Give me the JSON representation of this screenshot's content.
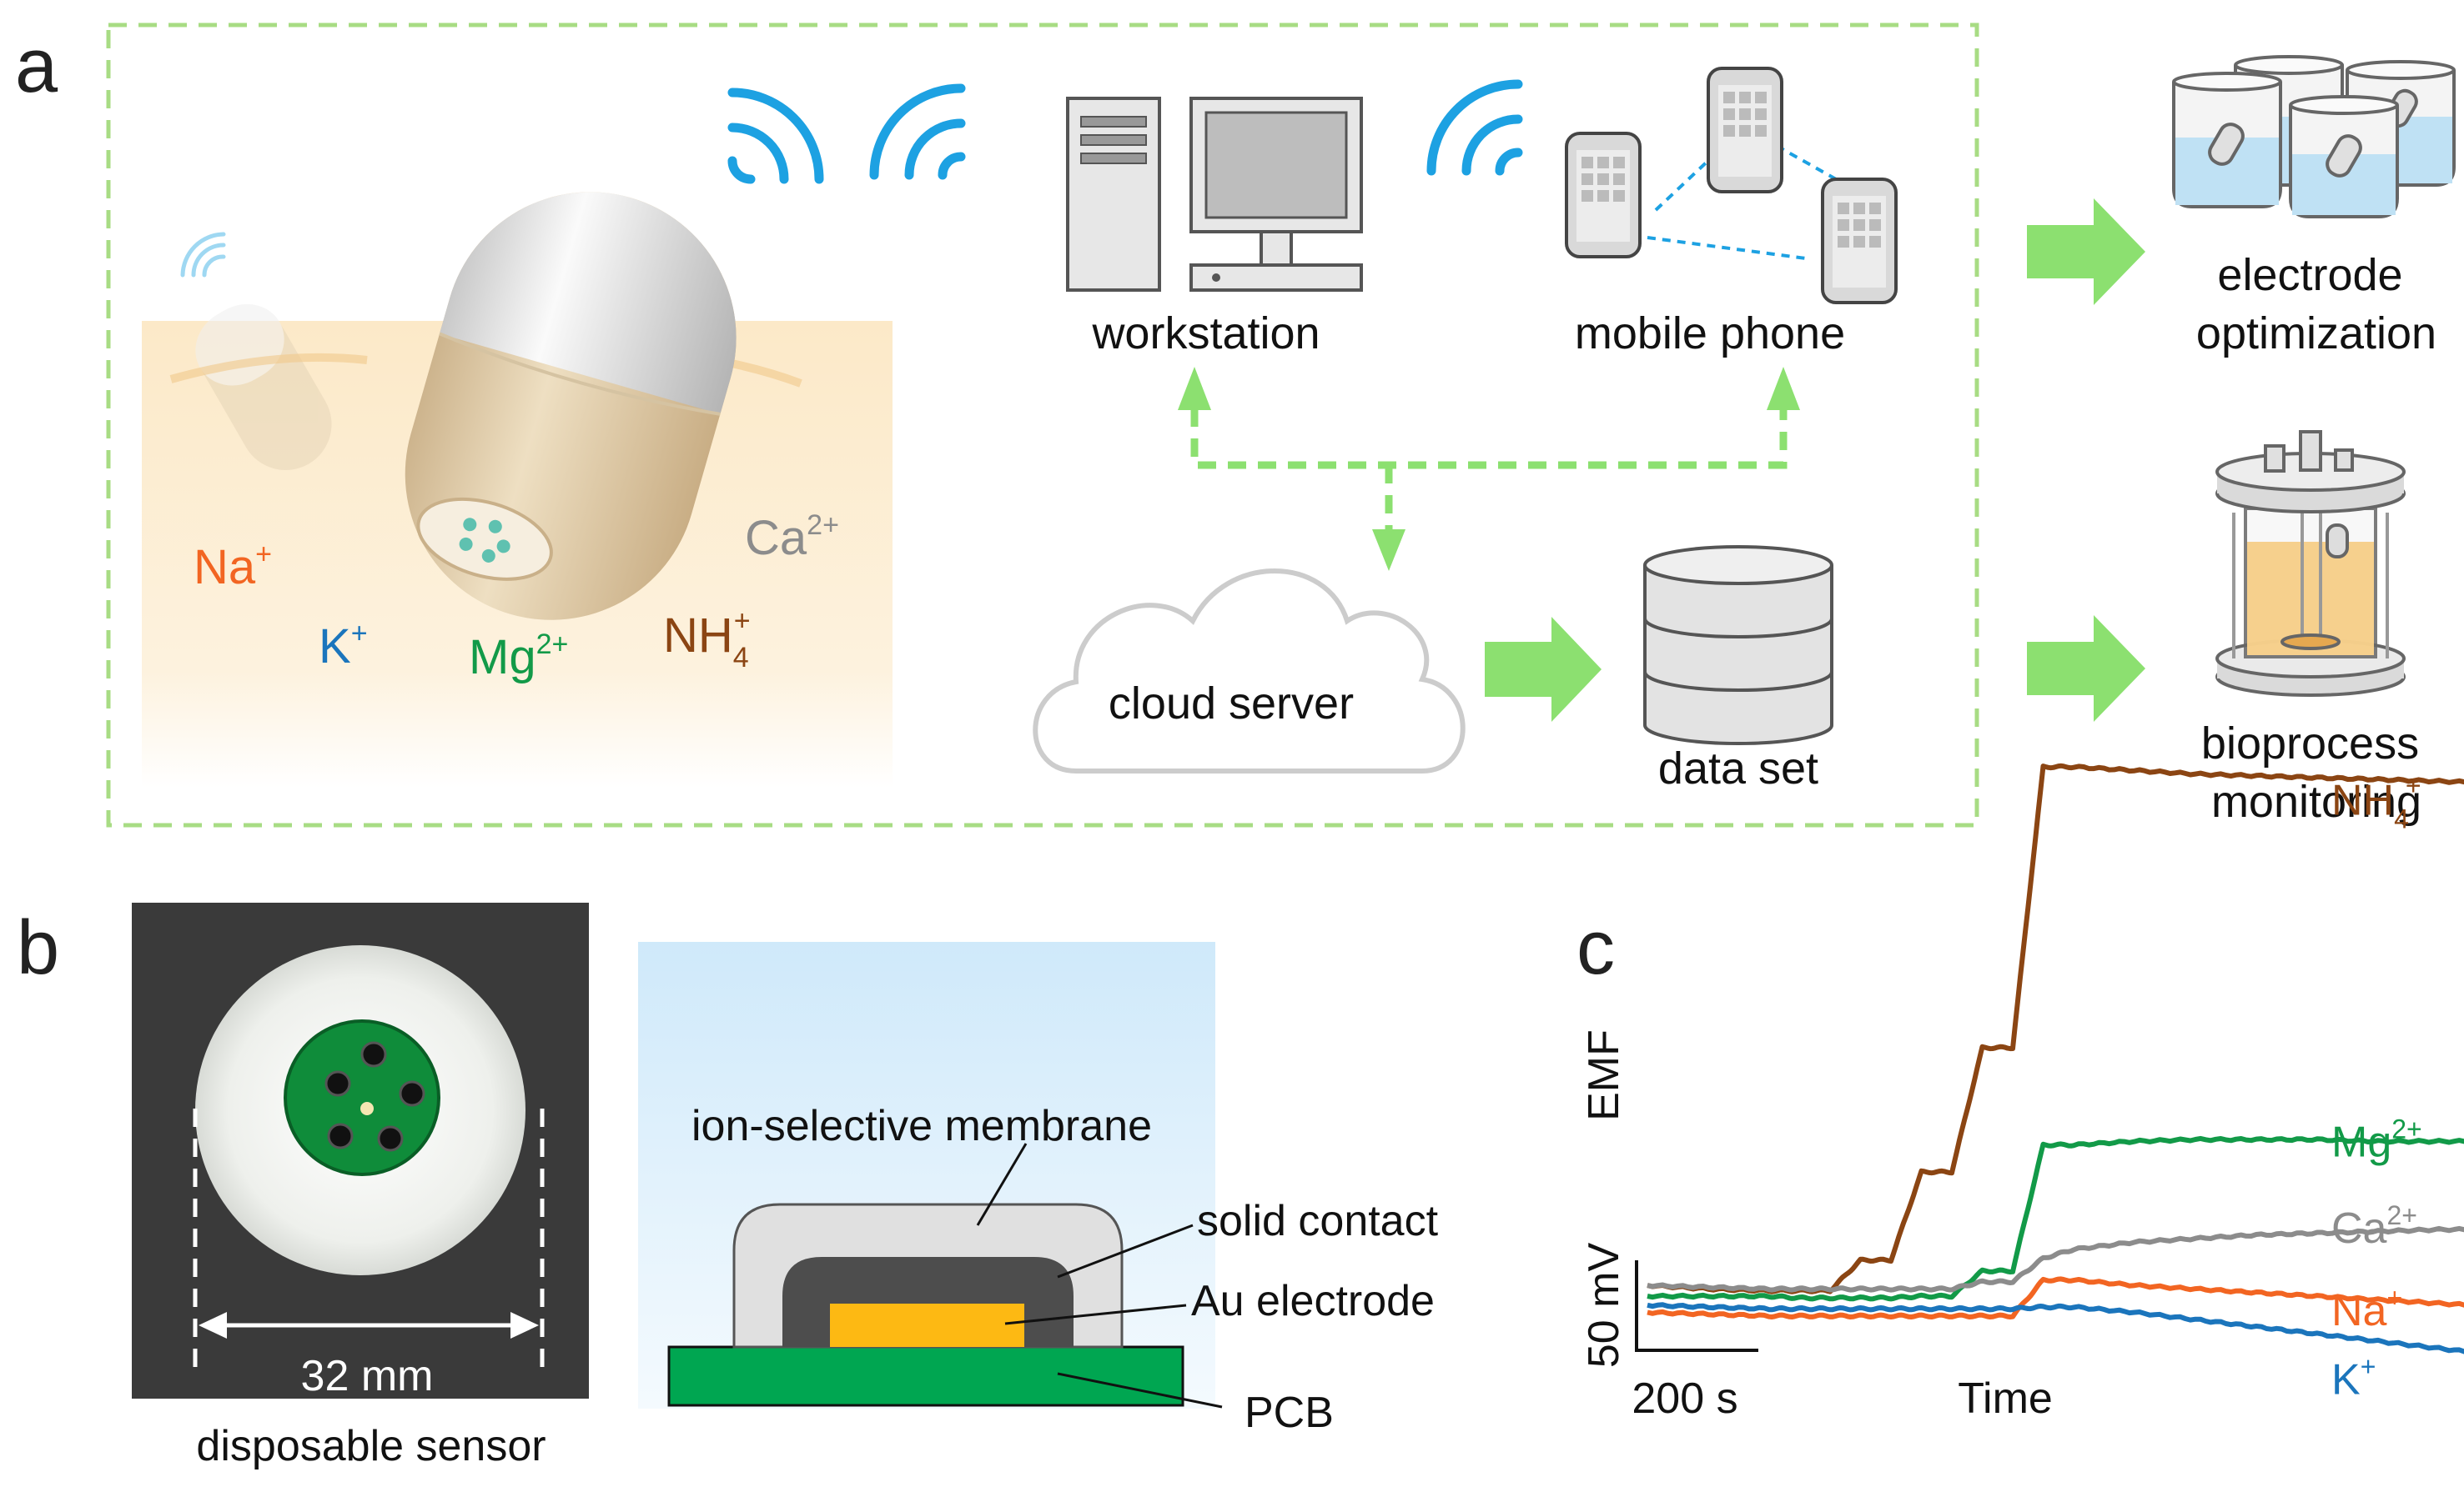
{
  "panel_a": {
    "letter": "a",
    "ions": {
      "na": "Na",
      "na_sup": "+",
      "k": "K",
      "k_sup": "+",
      "mg": "Mg",
      "mg_sup": "2+",
      "nh": "NH",
      "nh_sub": "4",
      "nh_sup": "+",
      "ca": "Ca",
      "ca_sup": "2+"
    },
    "labels": {
      "workstation": "workstation",
      "mobile_phone": "mobile phone",
      "cloud_server": "cloud server",
      "data_set": "data set",
      "electrode_optimization_1": "electrode",
      "electrode_optimization_2": "optimization",
      "bioprocess_monitoring_1": "bioprocess",
      "bioprocess_monitoring_2": "monitoring"
    },
    "colors": {
      "na": "#F26522",
      "k": "#1B75BC",
      "mg": "#129A48",
      "nh": "#8B4513",
      "ca": "#8C8C8C",
      "wifi": "#1DA1E2",
      "arrow": "#8CE070",
      "dashed_border": "#A8DC84"
    }
  },
  "panel_b": {
    "letter": "b",
    "dimension": "32 mm",
    "caption": "disposable sensor",
    "layers": {
      "membrane": "ion-selective membrane",
      "contact": "solid contact",
      "electrode": "Au electrode",
      "pcb": "PCB"
    },
    "colors": {
      "membrane": "#E0E0E0",
      "contact": "#4D4D4D",
      "electrode": "#FDB913",
      "pcb": "#00A651"
    }
  },
  "panel_c": {
    "letter": "c",
    "y_label": "EMF",
    "scale_bar_y": "50 mV",
    "scale_bar_x": "200 s",
    "x_label": "Time"
  },
  "chart_data": {
    "type": "line",
    "xlabel": "Time",
    "ylabel": "EMF",
    "x_unit": "s",
    "y_unit": "mV",
    "x": [
      0,
      100,
      200,
      250,
      300,
      350,
      400,
      450,
      500,
      550,
      600,
      650,
      700,
      800,
      900,
      1000,
      1100,
      1200,
      1300,
      1400
    ],
    "series": [
      {
        "name": "NH4+",
        "label": "NH",
        "sub": "4",
        "sup": "+",
        "color": "#8B4513",
        "values": [
          12,
          10,
          9,
          9,
          9,
          26,
          26,
          75,
          75,
          144,
          144,
          300,
          300,
          298,
          296,
          295,
          294,
          293,
          292,
          291
        ]
      },
      {
        "name": "Mg2+",
        "label": "Mg",
        "sup": "2+",
        "color": "#129A48",
        "values": [
          6,
          6,
          6,
          5,
          5,
          5,
          5,
          6,
          6,
          20,
          20,
          90,
          90,
          92,
          93,
          93,
          93,
          92,
          92,
          92
        ]
      },
      {
        "name": "Ca2+",
        "label": "Ca",
        "sup": "2+",
        "color": "#8C8C8C",
        "values": [
          12,
          11,
          10,
          10,
          10,
          10,
          10,
          10,
          10,
          14,
          14,
          27,
          32,
          36,
          38,
          40,
          41,
          42,
          43,
          43
        ]
      },
      {
        "name": "Na+",
        "label": "Na",
        "sup": "+",
        "color": "#F26522",
        "values": [
          -3,
          -4,
          -5,
          -5,
          -5,
          -5,
          -5,
          -5,
          -5,
          -5,
          -5,
          15,
          15,
          12,
          10,
          8,
          6,
          4,
          2,
          0
        ]
      },
      {
        "name": "K+",
        "label": "K",
        "sup": "+",
        "color": "#1B75BC",
        "values": [
          1,
          0,
          -1,
          -1,
          -1,
          -1,
          -1,
          -1,
          -1,
          -1,
          -1,
          0,
          0,
          -3,
          -7,
          -11,
          -15,
          -19,
          -23,
          -27
        ]
      }
    ]
  }
}
